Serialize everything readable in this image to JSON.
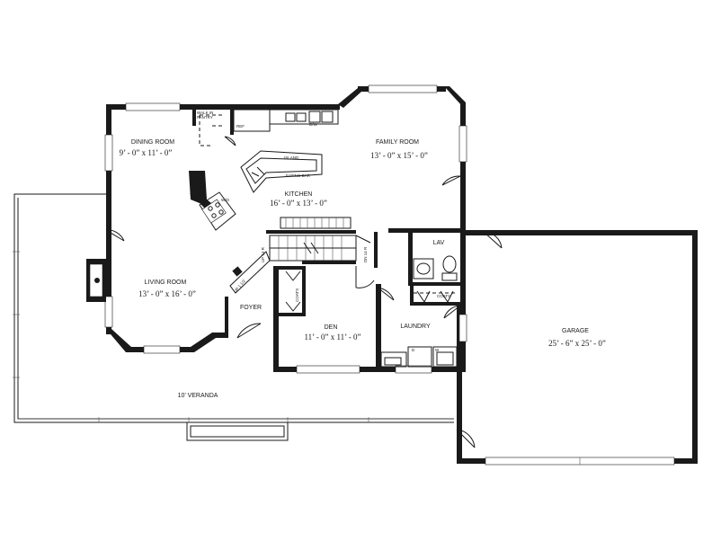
{
  "rooms": {
    "dining": {
      "name": "DINING ROOM",
      "size": "9’ - 0” x 11’ - 0”"
    },
    "kitchen": {
      "name": "KITCHEN",
      "size": "16’ - 0” x 13’ - 0”"
    },
    "family": {
      "name": "FAMILY ROOM",
      "size": "13’ - 0” x 15’ - 0”"
    },
    "living": {
      "name": "LIVING ROOM",
      "size": "13’ - 0” x 16’ - 0”"
    },
    "den": {
      "name": "DEN",
      "size": "11’ - 0” x 11’ - 0”"
    },
    "garage": {
      "name": "GARAGE",
      "size": "25’ - 6”  x  25’ - 0”"
    },
    "foyer": {
      "name": "FOYER"
    },
    "laundry": {
      "name": "LAUNDRY"
    },
    "lav": {
      "name": "LAV"
    },
    "veranda": {
      "name": "10’ VERANDA"
    }
  },
  "fixtures": {
    "walk_in": "WALK IN",
    "pantry": "PANTRY",
    "ref": "REF",
    "dw": "D/W",
    "island": "ISLAND",
    "eating_bar": "EATING BAR",
    "wo": "W/O",
    "coats": "COATS",
    "stair_up": "UP 14 R",
    "stair_dn": "DN 14 R",
    "stair_up2": "UP 1 1/2",
    "washer": "W",
    "dryer": "D"
  }
}
